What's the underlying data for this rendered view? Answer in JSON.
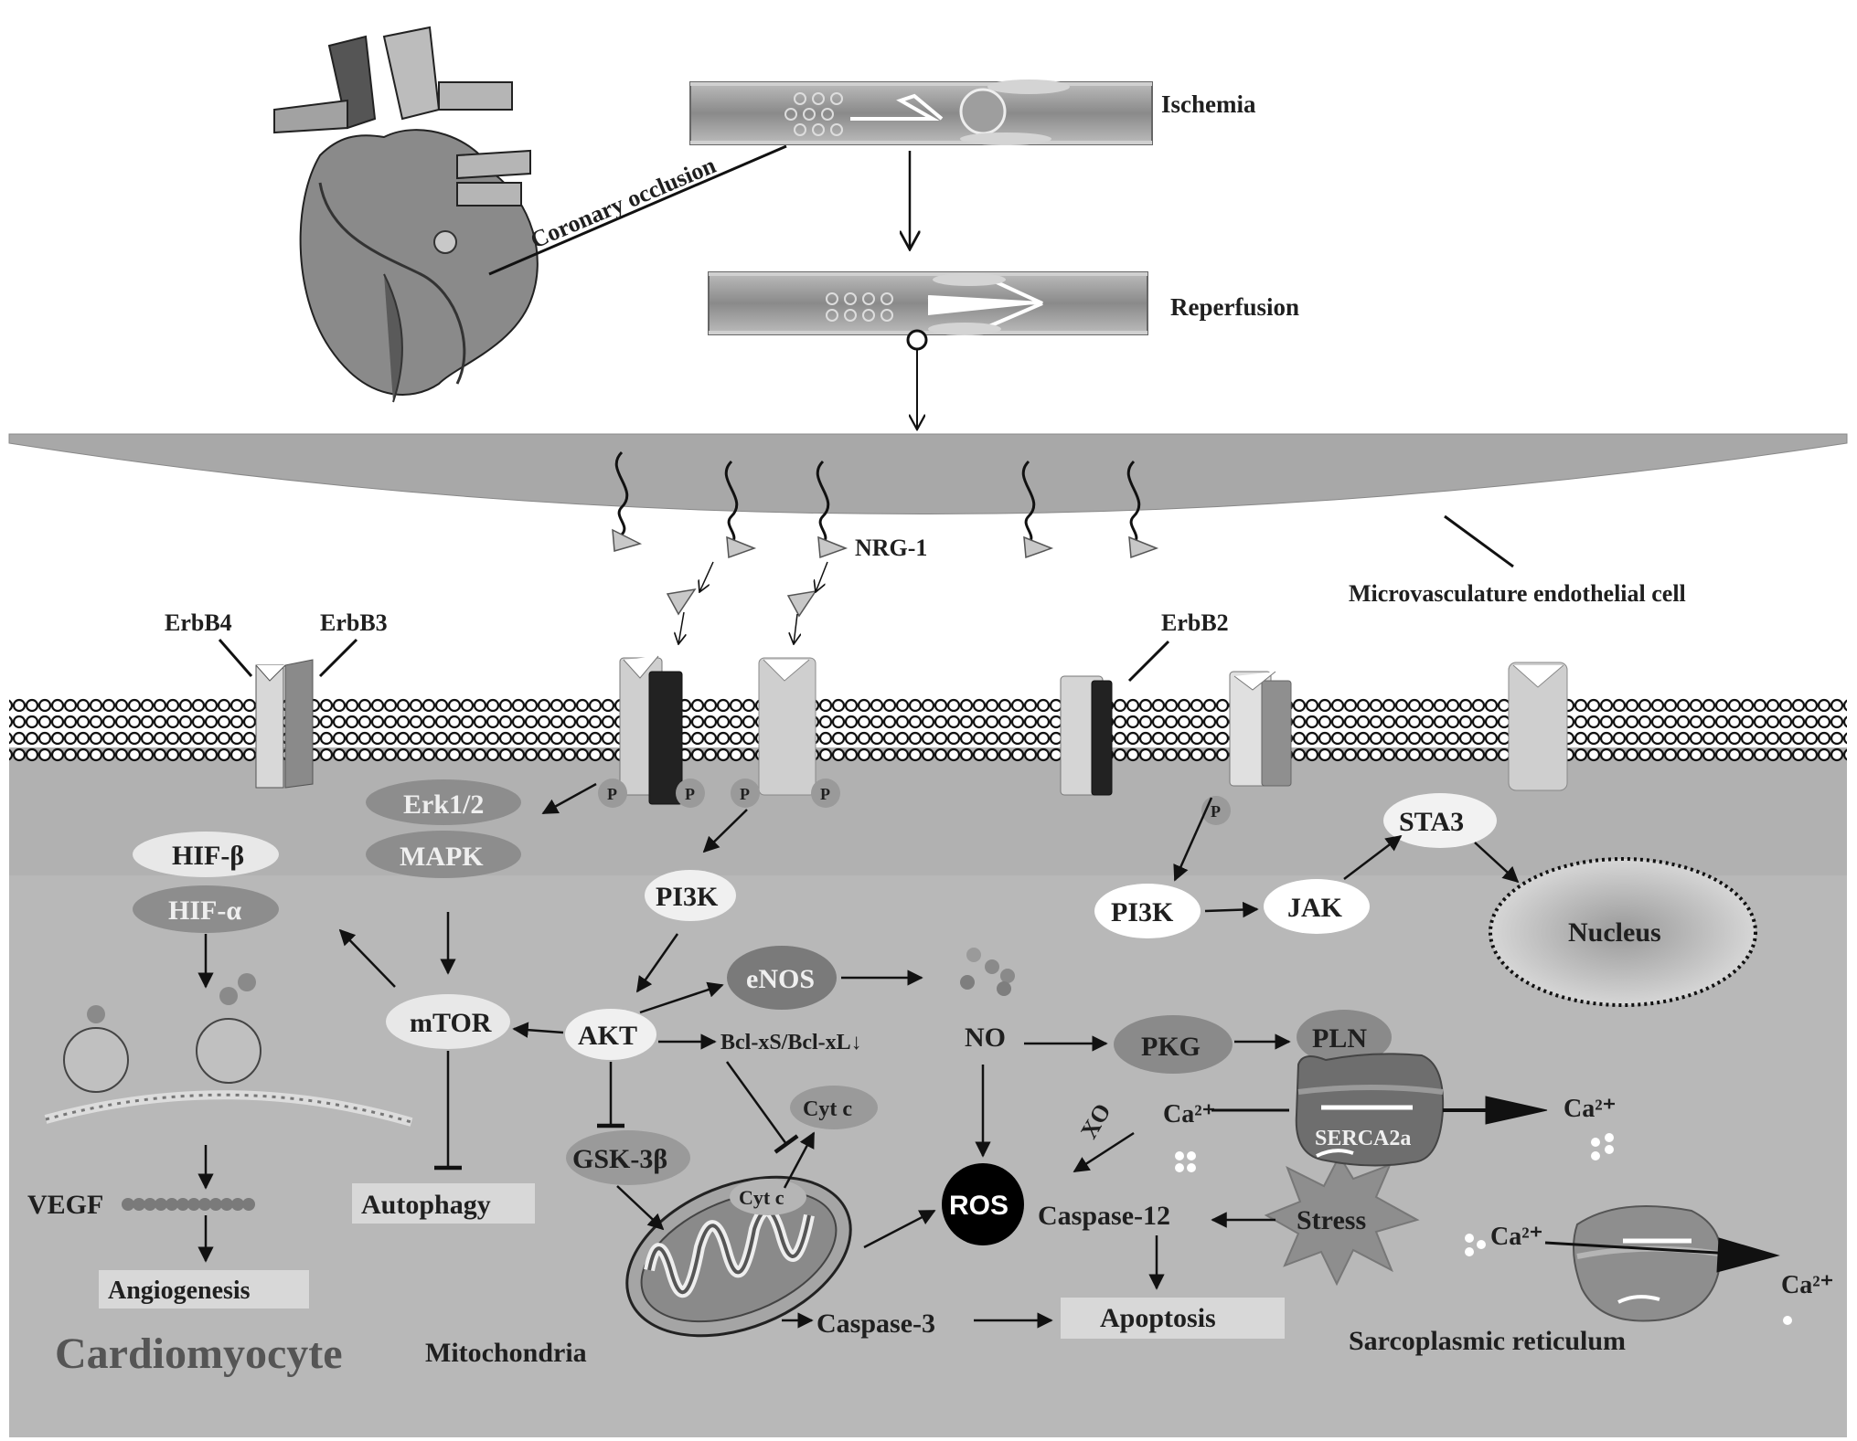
{
  "labels": {
    "ischemia": "Ischemia",
    "reperfusion": "Reperfusion",
    "coronary_occlusion": "Coronary occlusion",
    "nrg1": "NRG-1",
    "endothelial": "Microvasculature endothelial cell",
    "erbb4": "ErbB4",
    "erbb3": "ErbB3",
    "erbb2": "ErbB2",
    "p": "P",
    "erk12": "Erk1/2",
    "mapk": "MAPK",
    "hif_beta": "HIF-β",
    "hif_alpha": "HIF-α",
    "pi3k": "PI3K",
    "pi3k_right": "PI3K",
    "jak": "JAK",
    "sta3": "STA3",
    "nucleus": "Nucleus",
    "mtor": "mTOR",
    "akt": "AKT",
    "enos": "eNOS",
    "bcl": "Bcl-xS/Bcl-xL↓",
    "no": "NO",
    "pkg": "PKG",
    "pln": "PLN",
    "gsk3b": "GSK-3β",
    "cytc_top": "Cyt c",
    "cytc_mito": "Cyt c",
    "xo": "XO",
    "ca2": "Ca²⁺",
    "serca2a": "SERCA2a",
    "ros": "ROS",
    "caspase12": "Caspase-12",
    "stress": "Stress",
    "vegf": "VEGF",
    "autophagy": "Autophagy",
    "angiogenesis": "Angiogenesis",
    "cardiomyocyte": "Cardiomyocyte",
    "mitochondria": "Mitochondria",
    "caspase3": "Caspase-3",
    "apoptosis": "Apoptosis",
    "sarcoplasmic": "Sarcoplasmic reticulum"
  },
  "colors": {
    "cell_bg": "#bdbdbd",
    "membrane": "#f2f2f2",
    "vessel": "#9c9c9c",
    "dark_node": "#8d8d8d",
    "light_node": "#efefef",
    "ros": "#000000"
  }
}
